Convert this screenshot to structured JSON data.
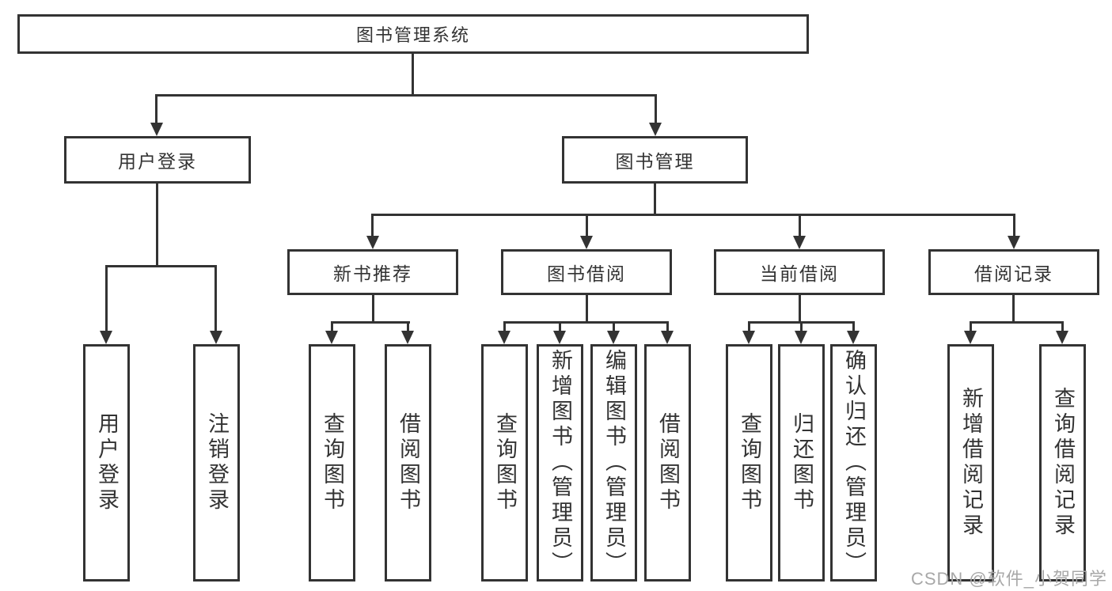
{
  "tree": {
    "root": {
      "label": "图书管理系统",
      "children": [
        {
          "label": "用户登录",
          "children": [
            {
              "label": "用户登录"
            },
            {
              "label": "注销登录"
            }
          ]
        },
        {
          "label": "图书管理",
          "children": [
            {
              "label": "新书推荐",
              "children": [
                {
                  "label": "查询图书"
                },
                {
                  "label": "借阅图书"
                }
              ]
            },
            {
              "label": "图书借阅",
              "children": [
                {
                  "label": "查询图书"
                },
                {
                  "label": "新增图书（管理员）"
                },
                {
                  "label": "编辑图书（管理员）"
                },
                {
                  "label": "借阅图书"
                }
              ]
            },
            {
              "label": "当前借阅",
              "children": [
                {
                  "label": "查询图书"
                },
                {
                  "label": "归还图书"
                },
                {
                  "label": "确认归还（管理员）"
                }
              ]
            },
            {
              "label": "借阅记录",
              "children": [
                {
                  "label": "新增借阅记录"
                },
                {
                  "label": "查询借阅记录"
                }
              ]
            }
          ]
        }
      ]
    }
  },
  "watermark": {
    "text": "CSDN @软件_小贺同学"
  },
  "colors": {
    "line": "#333333",
    "box_border": "#333333",
    "text": "#333333",
    "watermark": "#a8a8a8",
    "background": "#ffffff"
  }
}
